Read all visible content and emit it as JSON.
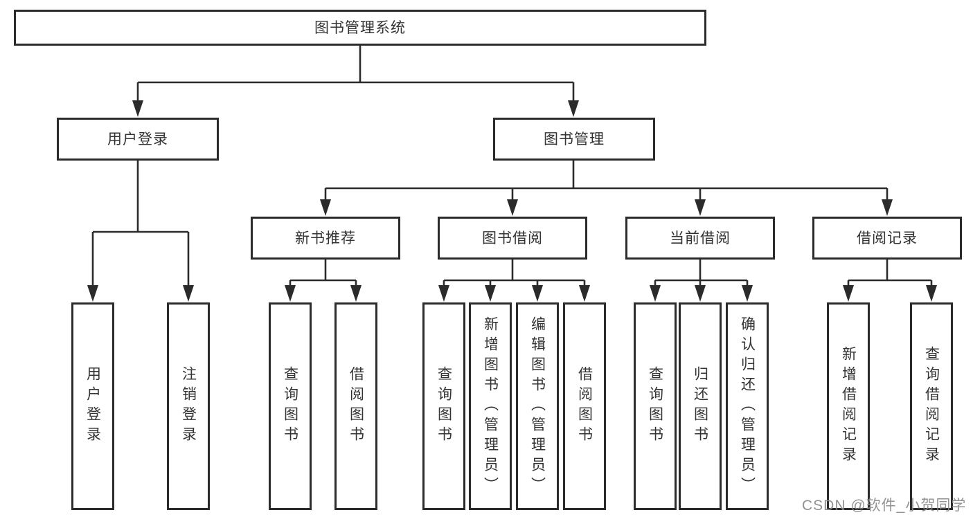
{
  "tree": {
    "root_label": "图书管理系统",
    "branches": [
      {
        "label": "用户登录",
        "leaves": [
          "用户登录",
          "注销登录"
        ]
      },
      {
        "label": "图书管理",
        "sections": [
          {
            "label": "新书推荐",
            "leaves": [
              "查询图书",
              "借阅图书"
            ]
          },
          {
            "label": "图书借阅",
            "leaves": [
              "查询图书",
              "新增图书（管理员）",
              "编辑图书（管理员）",
              "借阅图书"
            ]
          },
          {
            "label": "当前借阅",
            "leaves": [
              "查询图书",
              "归还图书",
              "确认归还（管理员）"
            ]
          },
          {
            "label": "借阅记录",
            "leaves": [
              "新增借阅记录",
              "查询借阅记录"
            ]
          }
        ]
      }
    ]
  },
  "watermark": {
    "text": "CSDN @软件_小贺同学"
  },
  "colors": {
    "line": "#2b2b2b",
    "text": "#333333",
    "background": "#ffffff"
  }
}
